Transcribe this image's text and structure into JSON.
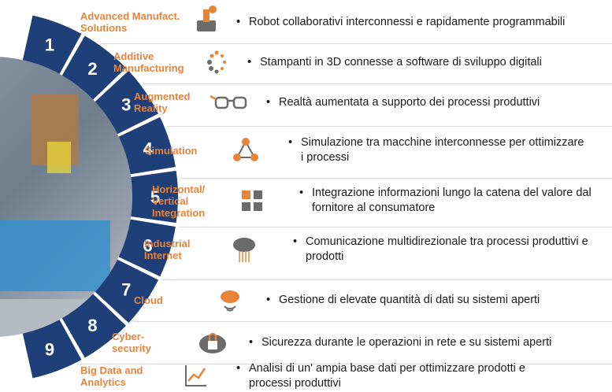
{
  "colors": {
    "accent": "#e8833a",
    "ring": "#1f3f78",
    "text": "#1a1a1a"
  },
  "items": [
    {
      "num": "1",
      "label": "Advanced Manufact.\nSolutions",
      "icon": "robot-arm-icon",
      "desc": "Robot collaborativi interconnessi e rapidamente programmabili"
    },
    {
      "num": "2",
      "label": "Additive\nManufacturing",
      "icon": "dots-3d-print-icon",
      "desc": "Stampanti in 3D connesse a software di sviluppo digitali"
    },
    {
      "num": "3",
      "label": "Augmented\nReality",
      "icon": "ar-glasses-icon",
      "desc": "Realtà aumentata a supporto dei processi produttivi"
    },
    {
      "num": "4",
      "label": "Simulation",
      "icon": "simulation-network-icon",
      "desc": "Simulazione tra macchine interconnesse per ottimizzare i processi"
    },
    {
      "num": "5",
      "label": "Horizontal/\nVertical\nIntegration",
      "icon": "integration-grid-icon",
      "desc": "Integrazione informazioni lungo la catena del valore dal fornitore al consumatore"
    },
    {
      "num": "6",
      "label": "Industrial\nInternet",
      "icon": "cloud-network-icon",
      "desc": "Comunicazione multidirezionale tra processi produttivi e prodotti"
    },
    {
      "num": "7",
      "label": "Cloud",
      "icon": "cloud-icon",
      "desc": "Gestione di elevate quantità di dati su sistemi aperti"
    },
    {
      "num": "8",
      "label": "Cyber-\nsecurity",
      "icon": "padlock-cloud-icon",
      "desc": "Sicurezza durante le operazioni in rete e su sistemi aperti"
    },
    {
      "num": "9",
      "label": "Big Data and\nAnalytics",
      "icon": "analytics-chart-icon",
      "desc": "Analisi di un' ampia base dati per ottimizzare prodotti e processi produttivi"
    }
  ]
}
